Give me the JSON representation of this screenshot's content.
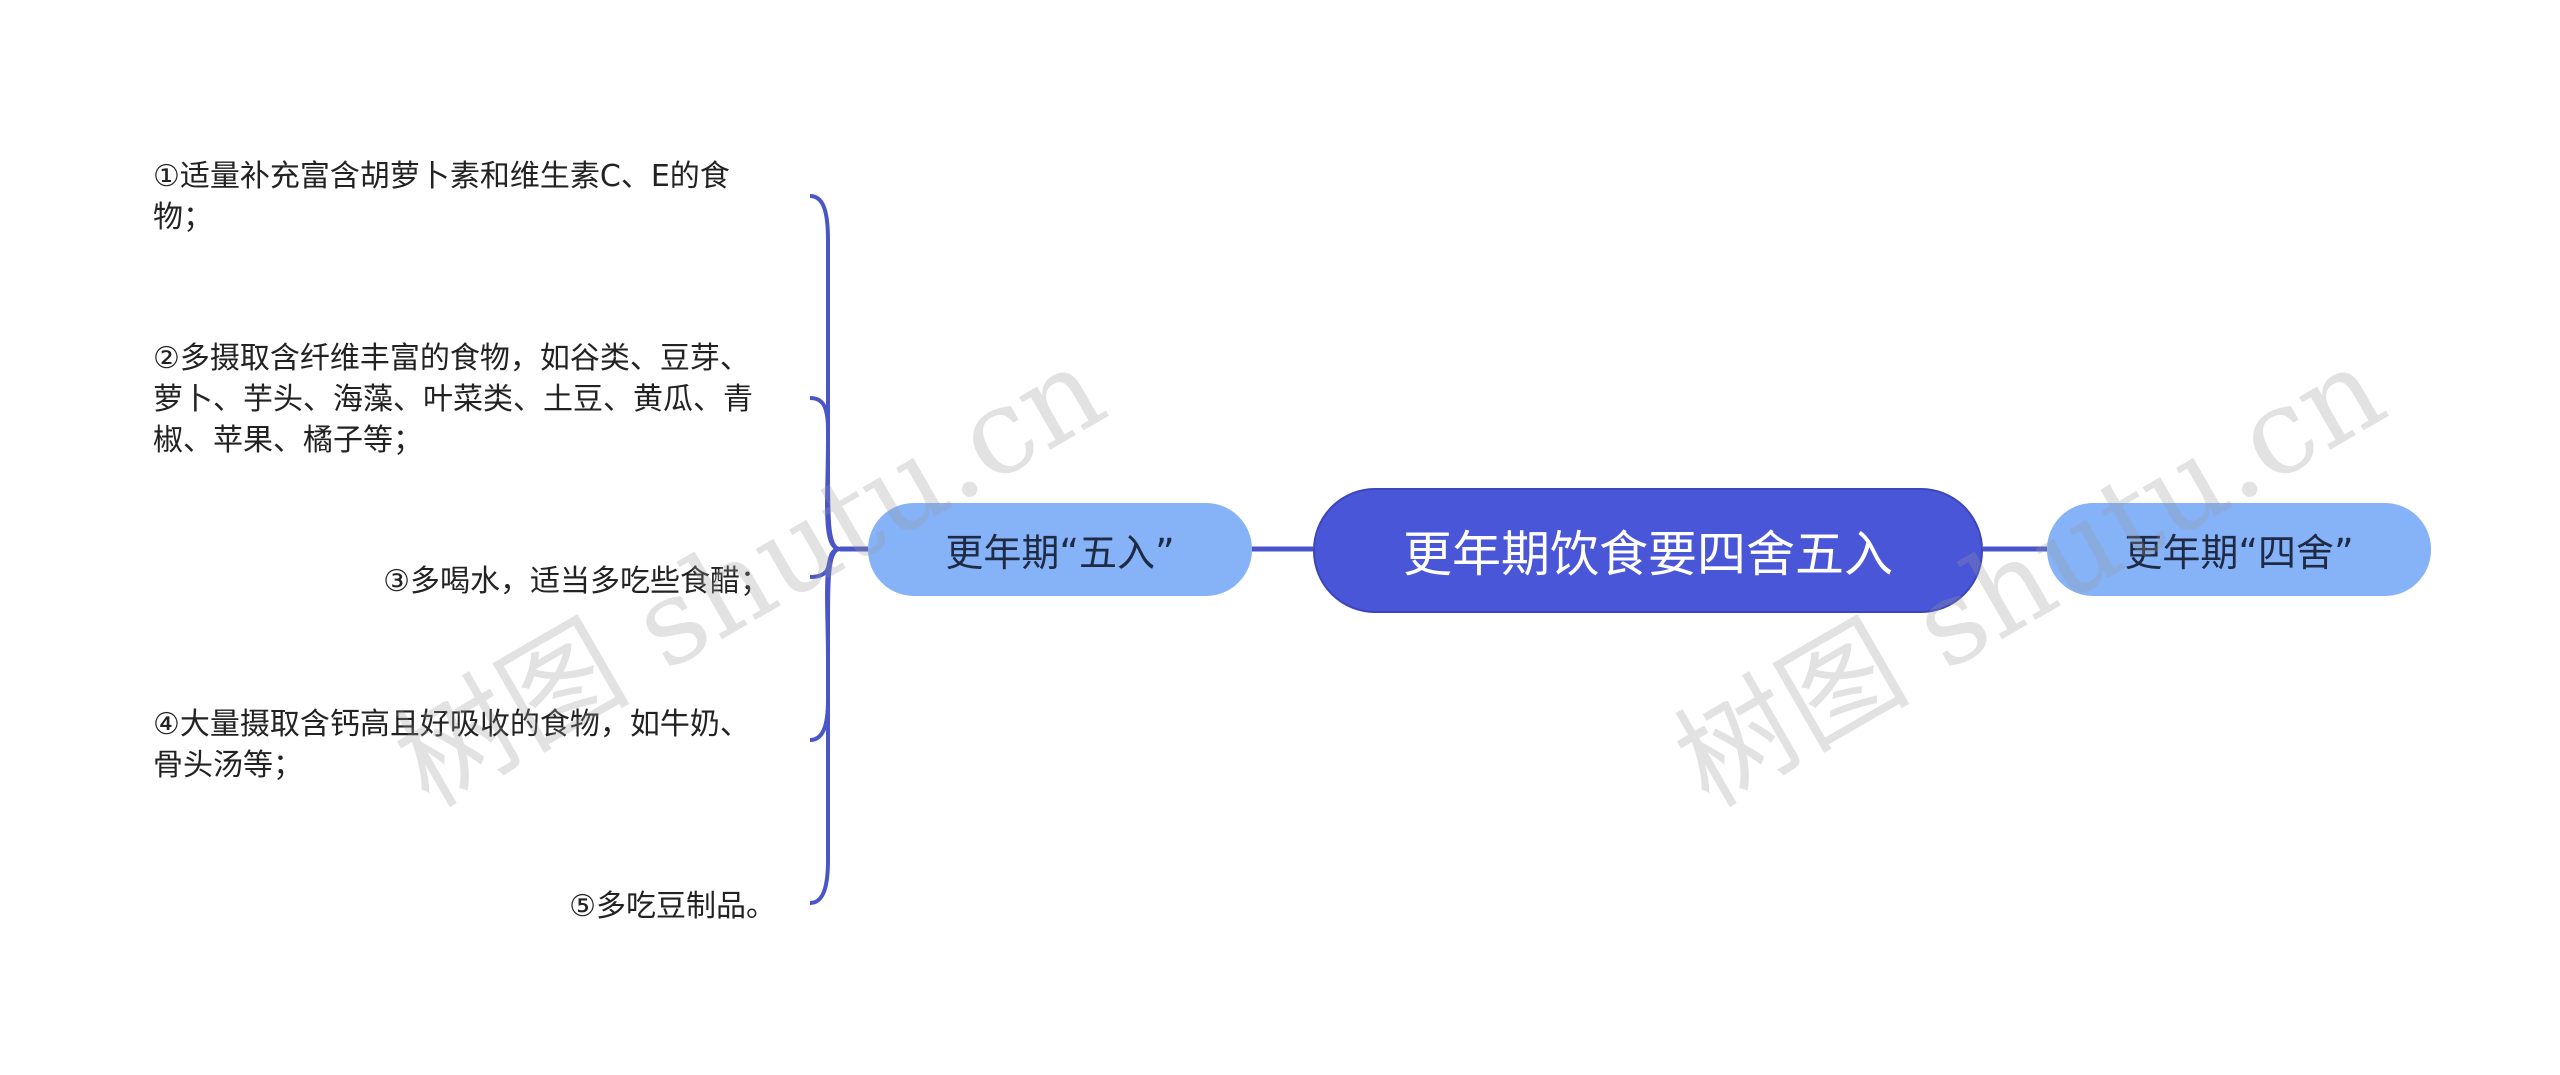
{
  "root": {
    "label": "更年期饮食要四舍五入"
  },
  "branches": {
    "left": {
      "label": "更年期“五入”"
    },
    "right": {
      "label": "更年期“四舍”"
    }
  },
  "leaves": [
    {
      "lines": [
        "①适量补充富含胡萝卜素和维生素C、E的食",
        "物；"
      ]
    },
    {
      "lines": [
        "②多摄取含纤维丰富的食物，如谷类、豆芽、",
        "萝卜、芋头、海藻、叶菜类、土豆、黄瓜、青",
        "椒、苹果、橘子等；"
      ]
    },
    {
      "lines": [
        "③多喝水，适当多吃些食醋；"
      ]
    },
    {
      "lines": [
        "④大量摄取含钙高且好吸收的食物，如牛奶、",
        "骨头汤等；"
      ]
    },
    {
      "lines": [
        "⑤多吃豆制品。"
      ]
    }
  ],
  "watermark": {
    "text": "树图 shutu.cn"
  },
  "colors": {
    "root_fill": "#4a56d8",
    "branch_fill": "#86b3f8",
    "connector": "#4a56c8"
  }
}
